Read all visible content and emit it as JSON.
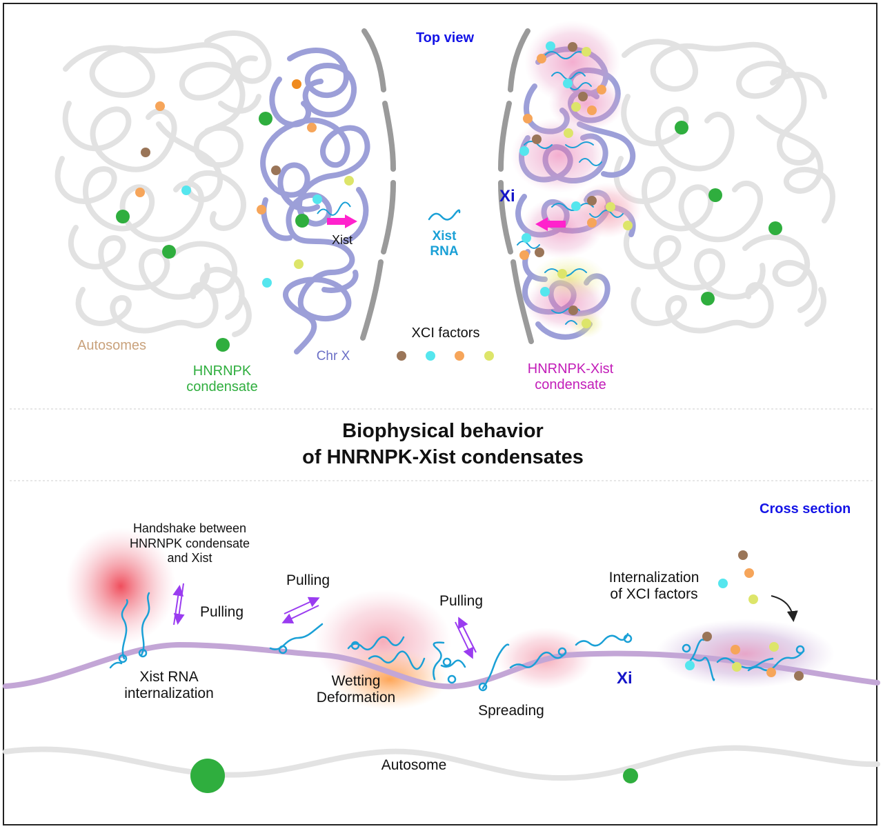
{
  "top_view": {
    "heading": "Top view",
    "labels": {
      "autosomes": "Autosomes",
      "hnrnpk_condensate": "HNRNPK\ncondensate",
      "chr_x": "Chr X",
      "xist_gene": "Xist",
      "xist_rna": "Xist\nRNA",
      "xi": "Xi",
      "xci_factors": "XCI factors",
      "hnrnpk_xist_condensate": "HNRNPK-Xist\ncondensate"
    }
  },
  "title": "Biophysical behavior\nof HNRNPK-Xist condensates",
  "cross_section": {
    "heading": "Cross section",
    "labels": {
      "handshake": "Handshake between\nHNRNPK condensate\nand Xist",
      "pulling_1": "Pulling",
      "pulling_2": "Pulling",
      "pulling_3": "Pulling",
      "xist_rna_internalization": "Xist RNA\ninternalization",
      "wetting_deformation": "Wetting\nDeformation",
      "spreading": "Spreading",
      "internalization_xci": "Internalization\nof XCI factors",
      "xi": "Xi",
      "autosome": "Autosome"
    }
  },
  "colors": {
    "autosome_gray": "#e2e2e2",
    "chrx_lavender": "#9c9fd8",
    "xist_blue": "#1aa0d6",
    "hnrnpk_green": "#2fae3e",
    "xist_magenta": "#ff22cc",
    "factor_brown": "#9a7558",
    "factor_cyan": "#55e6ee",
    "factor_orange": "#f6a55a",
    "factor_yellow": "#dde56a",
    "pulling_purple": "#9a3cf0",
    "heading_blue": "#1414e6",
    "condensate_label_magenta": "#c21cb8",
    "autosomes_label_tan": "#c9a27c"
  }
}
